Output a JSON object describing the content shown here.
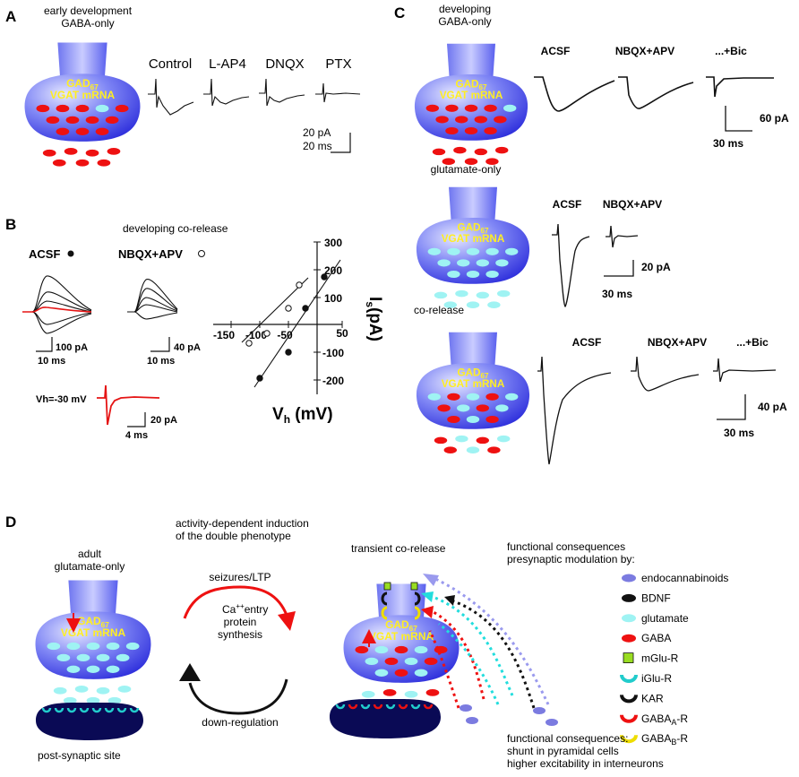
{
  "panels": {
    "A": {
      "letter": "A",
      "title1": "early development",
      "title2": "GABA-only",
      "conditions": [
        "Control",
        "L-AP4",
        "DNQX",
        "PTX"
      ],
      "scale_amp": "20 pA",
      "scale_time": "20 ms"
    },
    "B": {
      "letter": "B",
      "title": "developing co-release",
      "legend_acsf": "ACSF",
      "legend_nbqx": "NBQX+APV",
      "scale1_amp": "100 pA",
      "scale1_time": "10 ms",
      "scale2_amp": "40 pA",
      "scale2_time": "10 ms",
      "vh_label": "Vh=-30 mV",
      "scale3_amp": "20 pA",
      "scale3_time": "4 ms",
      "x_ticks": [
        "-150",
        "-100",
        "-50",
        "50"
      ],
      "y_ticks": [
        "300",
        "200",
        "100",
        "-100",
        "-200"
      ],
      "y_label": "I_s(pA)",
      "x_label": "V_h (mV)"
    },
    "C": {
      "letter": "C",
      "row1_title1": "developing",
      "row1_title2": "GABA-only",
      "row1_conditions": [
        "ACSF",
        "NBQX+APV",
        "...+Bic"
      ],
      "row1_scale_amp": "60 pA",
      "row1_scale_time": "30 ms",
      "row2_title": "glutamate-only",
      "row2_conditions": [
        "ACSF",
        "NBQX+APV"
      ],
      "row2_scale_amp": "20 pA",
      "row2_scale_time": "30 ms",
      "row3_title": "co-release",
      "row3_conditions": [
        "ACSF",
        "NBQX+APV",
        "...+Bic"
      ],
      "row3_scale_amp": "40 pA",
      "row3_scale_time": "30 ms"
    },
    "D": {
      "letter": "D",
      "induction1": "activity-dependent induction",
      "induction2": "of the double phenotype",
      "adult1": "adult",
      "adult2": "glutamate-only",
      "seizures": "seizures/LTP",
      "ca_entry": "Ca",
      "ca_sup": "++",
      "ca_rest": "entry",
      "protein": "protein",
      "synthesis": "synthesis",
      "downreg": "down-regulation",
      "postsyn": "post-synaptic site",
      "transient": "transient co-release",
      "func_top1": "functional consequences",
      "func_top2": "presynaptic modulation by:",
      "func_bot1": "functional consequences:",
      "func_bot2": "shunt in pyramidal cells",
      "func_bot3": "higher excitability in interneurons"
    }
  },
  "terminal": {
    "gad": "GAD",
    "gad_sub": "67",
    "vgat": "VGAT mRNA"
  },
  "legend": [
    {
      "label": "endocannabinoids",
      "sub": "",
      "suffix": "",
      "shape": "ellipse",
      "color": "#7b7be0"
    },
    {
      "label": "BDNF",
      "sub": "",
      "suffix": "",
      "shape": "ellipse",
      "color": "#111111"
    },
    {
      "label": "glutamate",
      "sub": "",
      "suffix": "",
      "shape": "ellipse",
      "color": "#9ff3f3"
    },
    {
      "label": "GABA",
      "sub": "",
      "suffix": "",
      "shape": "ellipse",
      "color": "#ee1111"
    },
    {
      "label": "mGlu-R",
      "sub": "",
      "suffix": "",
      "shape": "square",
      "color": "#99dd22"
    },
    {
      "label": "iGlu-R",
      "sub": "",
      "suffix": "",
      "shape": "cup",
      "color": "#22cccc"
    },
    {
      "label": "KAR",
      "sub": "",
      "suffix": "",
      "shape": "cup",
      "color": "#111111"
    },
    {
      "label": "GABA",
      "sub": "A",
      "suffix": "-R",
      "shape": "cup",
      "color": "#ee1111"
    },
    {
      "label": "GABA",
      "sub": "B",
      "suffix": "-R",
      "shape": "cup",
      "color": "#eedd00"
    }
  ],
  "colors": {
    "terminal": "#3a3af0",
    "gaba": "#ee1111",
    "glutamate": "#9ff3f3",
    "label_yellow": "#ffee22"
  }
}
